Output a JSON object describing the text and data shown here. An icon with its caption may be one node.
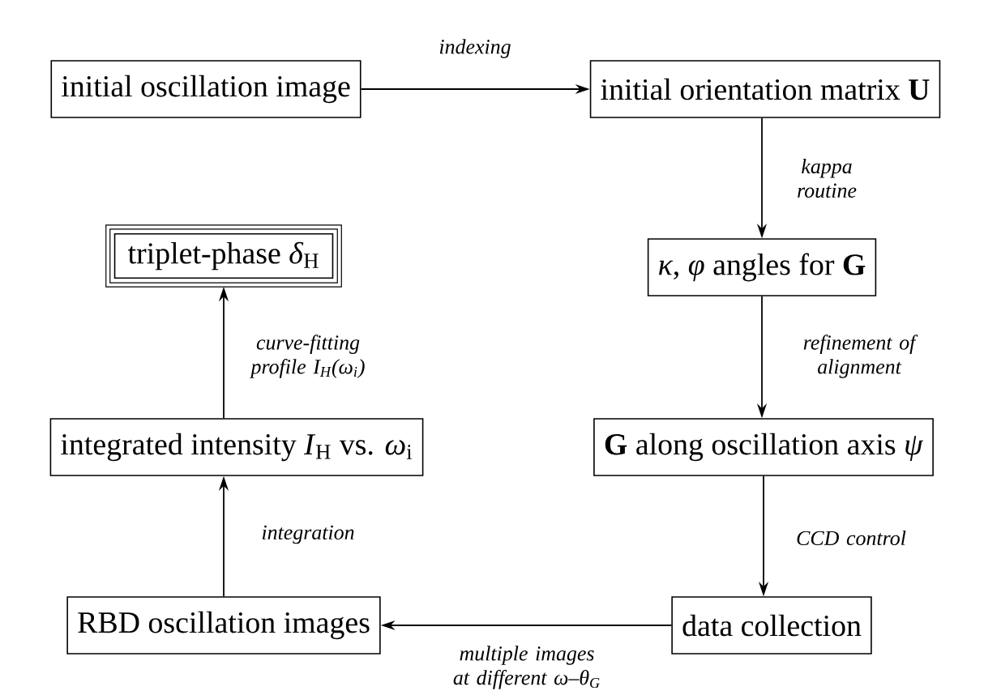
{
  "diagram": {
    "nodes": [
      {
        "text": [
          "initial oscillation image"
        ]
      },
      {
        "text": [
          "initial orientation matrix **U**"
        ]
      },
      {
        "text": [
          "*κ*, *φ* angles for **G**"
        ]
      },
      {
        "text": [
          "**G** along oscillation axis *ψ*"
        ]
      },
      {
        "text": [
          "data collection"
        ]
      },
      {
        "text": [
          "RBD oscillation images"
        ]
      },
      {
        "text": [
          "integrated intensity *I*$_{H}$ vs. *ω*$_{i}$"
        ]
      },
      {
        "text": [
          "triplet-phase *δ*$_{H}$"
        ]
      }
    ],
    "edges": [
      {
        "from": 0,
        "to": 1,
        "arrow": "to",
        "label": "indexing"
      },
      {
        "from": 1,
        "to": 2,
        "arrow": "to",
        "label": "kappa routine"
      },
      {
        "from": 2,
        "to": 3,
        "arrow": "to",
        "label": "refinement of alignment"
      },
      {
        "from": 3,
        "to": 4,
        "arrow": "to",
        "label": "CCD control"
      },
      {
        "from": 4,
        "to": 5,
        "arrow": "to",
        "label": "multiple images at different ω–θ$_{G}$"
      },
      {
        "from": 5,
        "to": 6,
        "arrow": "to",
        "label": "integration"
      },
      {
        "from": 6,
        "to": 7,
        "arrow": "to",
        "label": "curve-fitting profile I$_{H}$(ω$_{i}$)"
      }
    ]
  }
}
